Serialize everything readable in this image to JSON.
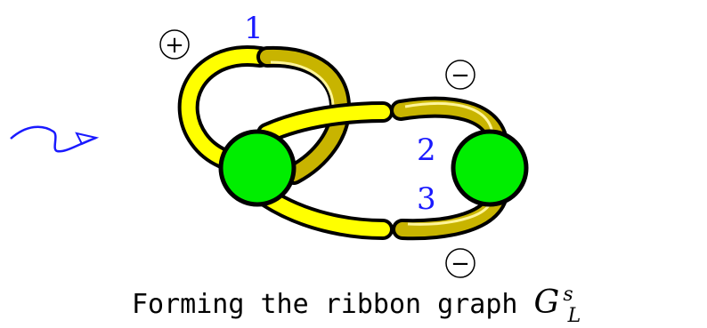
{
  "labels": {
    "edge1": "1",
    "edge2": "2",
    "edge3": "3"
  },
  "signs": {
    "top_left": "+",
    "top_right": "−",
    "bottom_right": "−"
  },
  "caption": {
    "text": "Forming the ribbon graph ",
    "symbol": "G",
    "superscript": "s",
    "subscript": "L"
  },
  "colors": {
    "vertex": "#00ee00",
    "ribbon_front": "#ffff00",
    "ribbon_back": "#c8b400",
    "arrow": "#1a1aff",
    "label": "#1a1aff"
  },
  "icons": [
    "squiggle-arrow-icon"
  ]
}
